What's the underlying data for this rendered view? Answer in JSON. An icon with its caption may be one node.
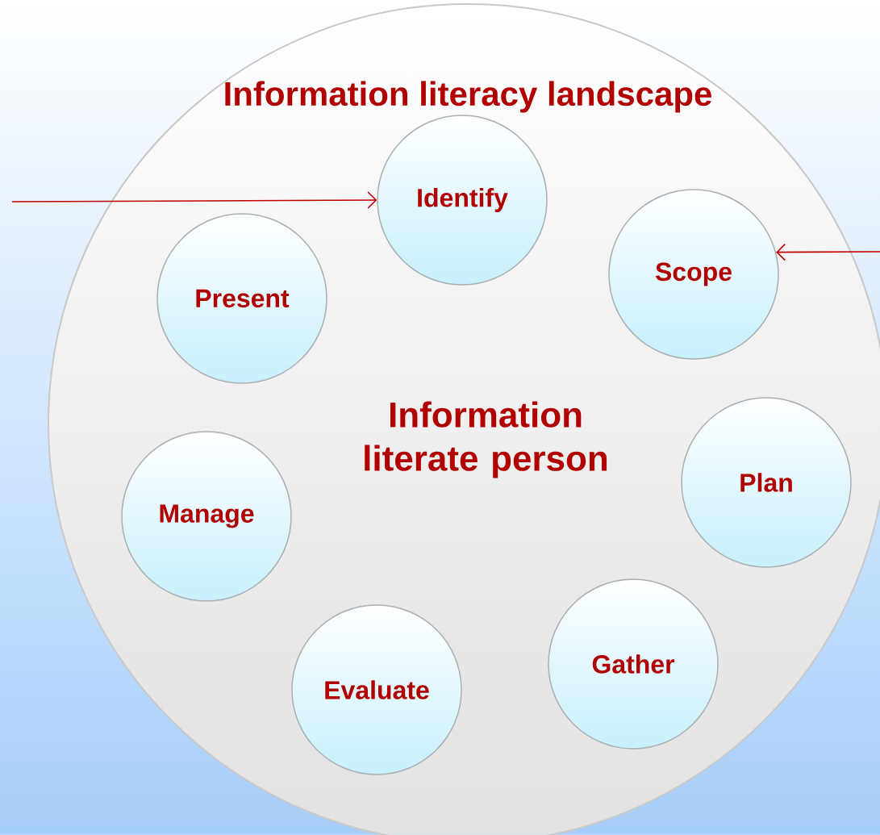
{
  "diagram": {
    "nodes": [
      {
        "text": [
          "Information literacy landscape",
          "Information literate person"
        ]
      },
      {
        "text": [
          "Identify"
        ],
        "in": 0
      },
      {
        "text": [
          "Scope"
        ],
        "in": 0
      },
      {
        "text": [
          "Plan"
        ],
        "in": 0
      },
      {
        "text": [
          "Gather"
        ],
        "in": 0
      },
      {
        "text": [
          "Evaluate"
        ],
        "in": 0
      },
      {
        "text": [
          "Manage"
        ],
        "in": 0
      },
      {
        "text": [
          "Present"
        ],
        "in": 0
      }
    ],
    "edges": [
      {
        "from": null,
        "to": 1,
        "arrow": "to"
      },
      {
        "from": null,
        "to": 2,
        "arrow": "to"
      }
    ]
  }
}
